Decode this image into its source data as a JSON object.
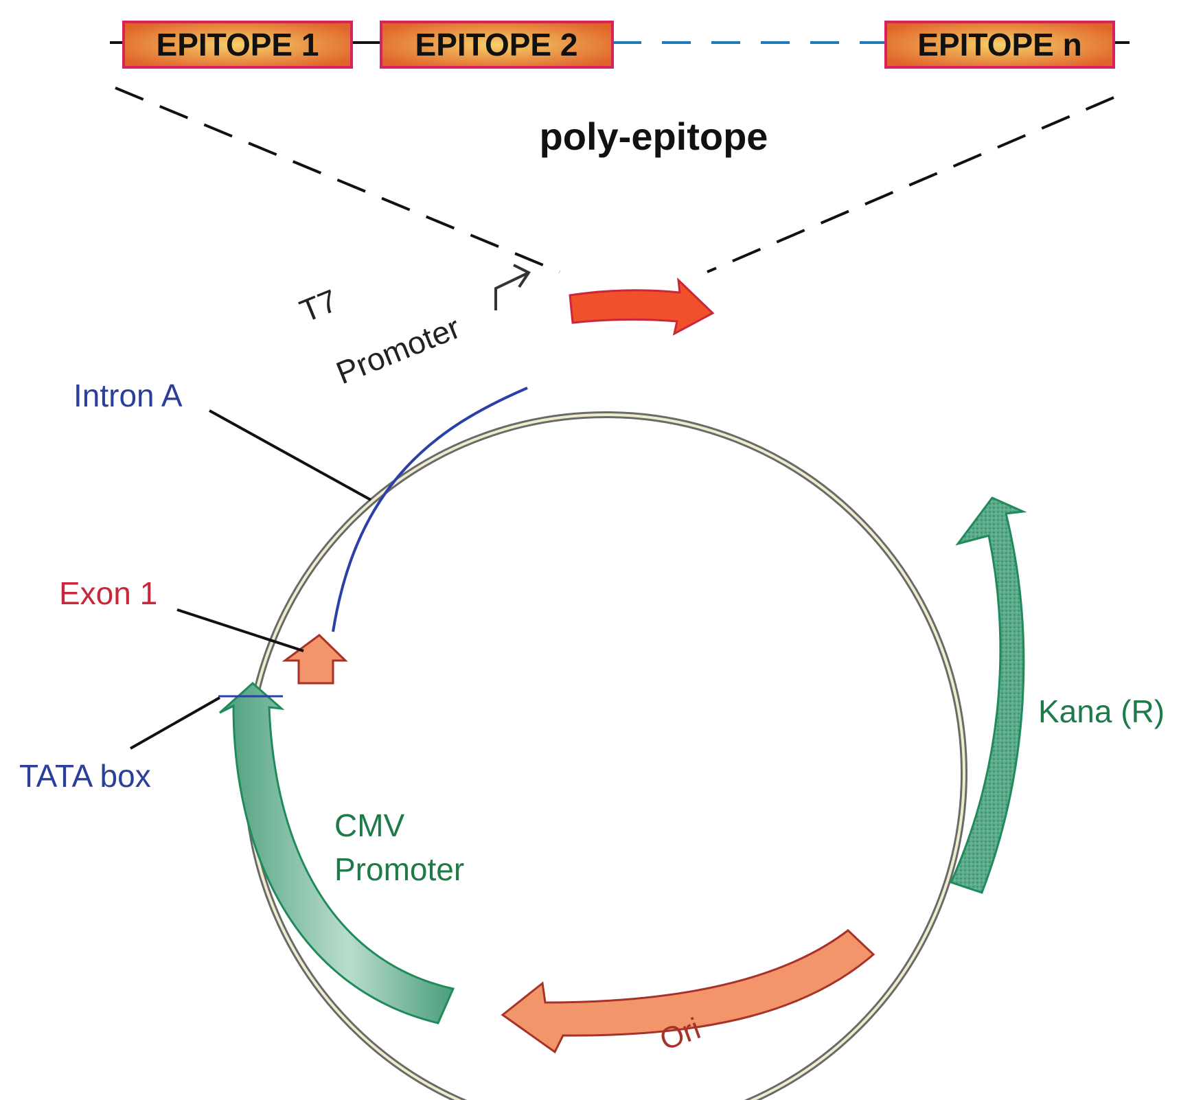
{
  "epitopes": {
    "items": [
      "EPITOPE 1",
      "EPITOPE 2",
      "EPITOPE n"
    ],
    "fill_color_center": "#f5d06a",
    "fill_color_edge": "#e0642a",
    "border_color": "#d8235a"
  },
  "title": "poly-epitope",
  "labels": {
    "t7_line1": "T7",
    "t7_line2": "Promoter",
    "intron": "Intron A",
    "exon": "Exon 1",
    "tata": "TATA box",
    "cmv_line1": "CMV",
    "cmv_line2": "Promoter",
    "kana": "Kana (R)",
    "ori": "Ori"
  },
  "colors": {
    "insert_arrow": "#f0502a",
    "cmv": "#5aab8a",
    "kana": "#5aab8a",
    "green_outline": "#1f8a5a",
    "ori_fill": "#f2956a",
    "ori_outline": "#a83228",
    "exon_fill": "#f2956a",
    "intron_line": "#2b3fa8",
    "tata_text": "#2b3f9a",
    "exon_text": "#c8283a",
    "green_text": "#1f7a4a",
    "ori_text": "#a83228",
    "plasmid_ring": "#6a6a6a",
    "plasmid_inner": "#efeccd",
    "linker_dash": "#1f78b8"
  },
  "icons": [
    "t7-promoter-arrow-icon",
    "exon-arrow-icon"
  ]
}
